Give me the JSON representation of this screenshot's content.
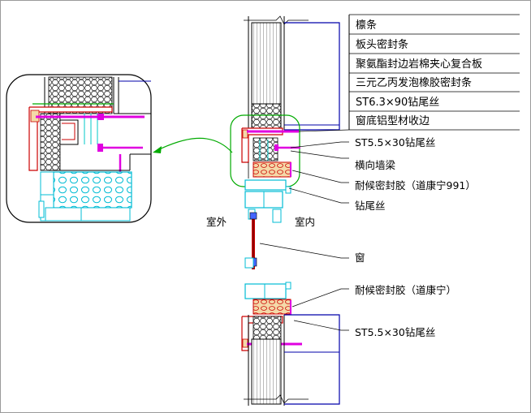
{
  "legend_labels": [
    "檩条",
    "板头密封条",
    "聚氨酯封边岩棉夹心复合板",
    "三元乙丙发泡橡胶密封条",
    "ST6.3×90钻尾丝",
    "窗底铝型材收边"
  ],
  "callouts": {
    "screw_top": "ST5.5×30钻尾丝",
    "beam": "横向墙梁",
    "sealant_top": "耐候密封胶（道康宁991）",
    "drill_screw": "钻尾丝",
    "outside": "室外",
    "inside": "室内",
    "window": "窗",
    "sealant_bottom": "耐候密封胶（道康宁）",
    "screw_bottom": "ST5.5×30钻尾丝"
  },
  "colors": {
    "frame": "#cc0000",
    "insulation": "#00c8c8",
    "screw": "#e000e0",
    "leader": "#00aa00",
    "purlin": "#0000aa",
    "line": "#000000"
  }
}
